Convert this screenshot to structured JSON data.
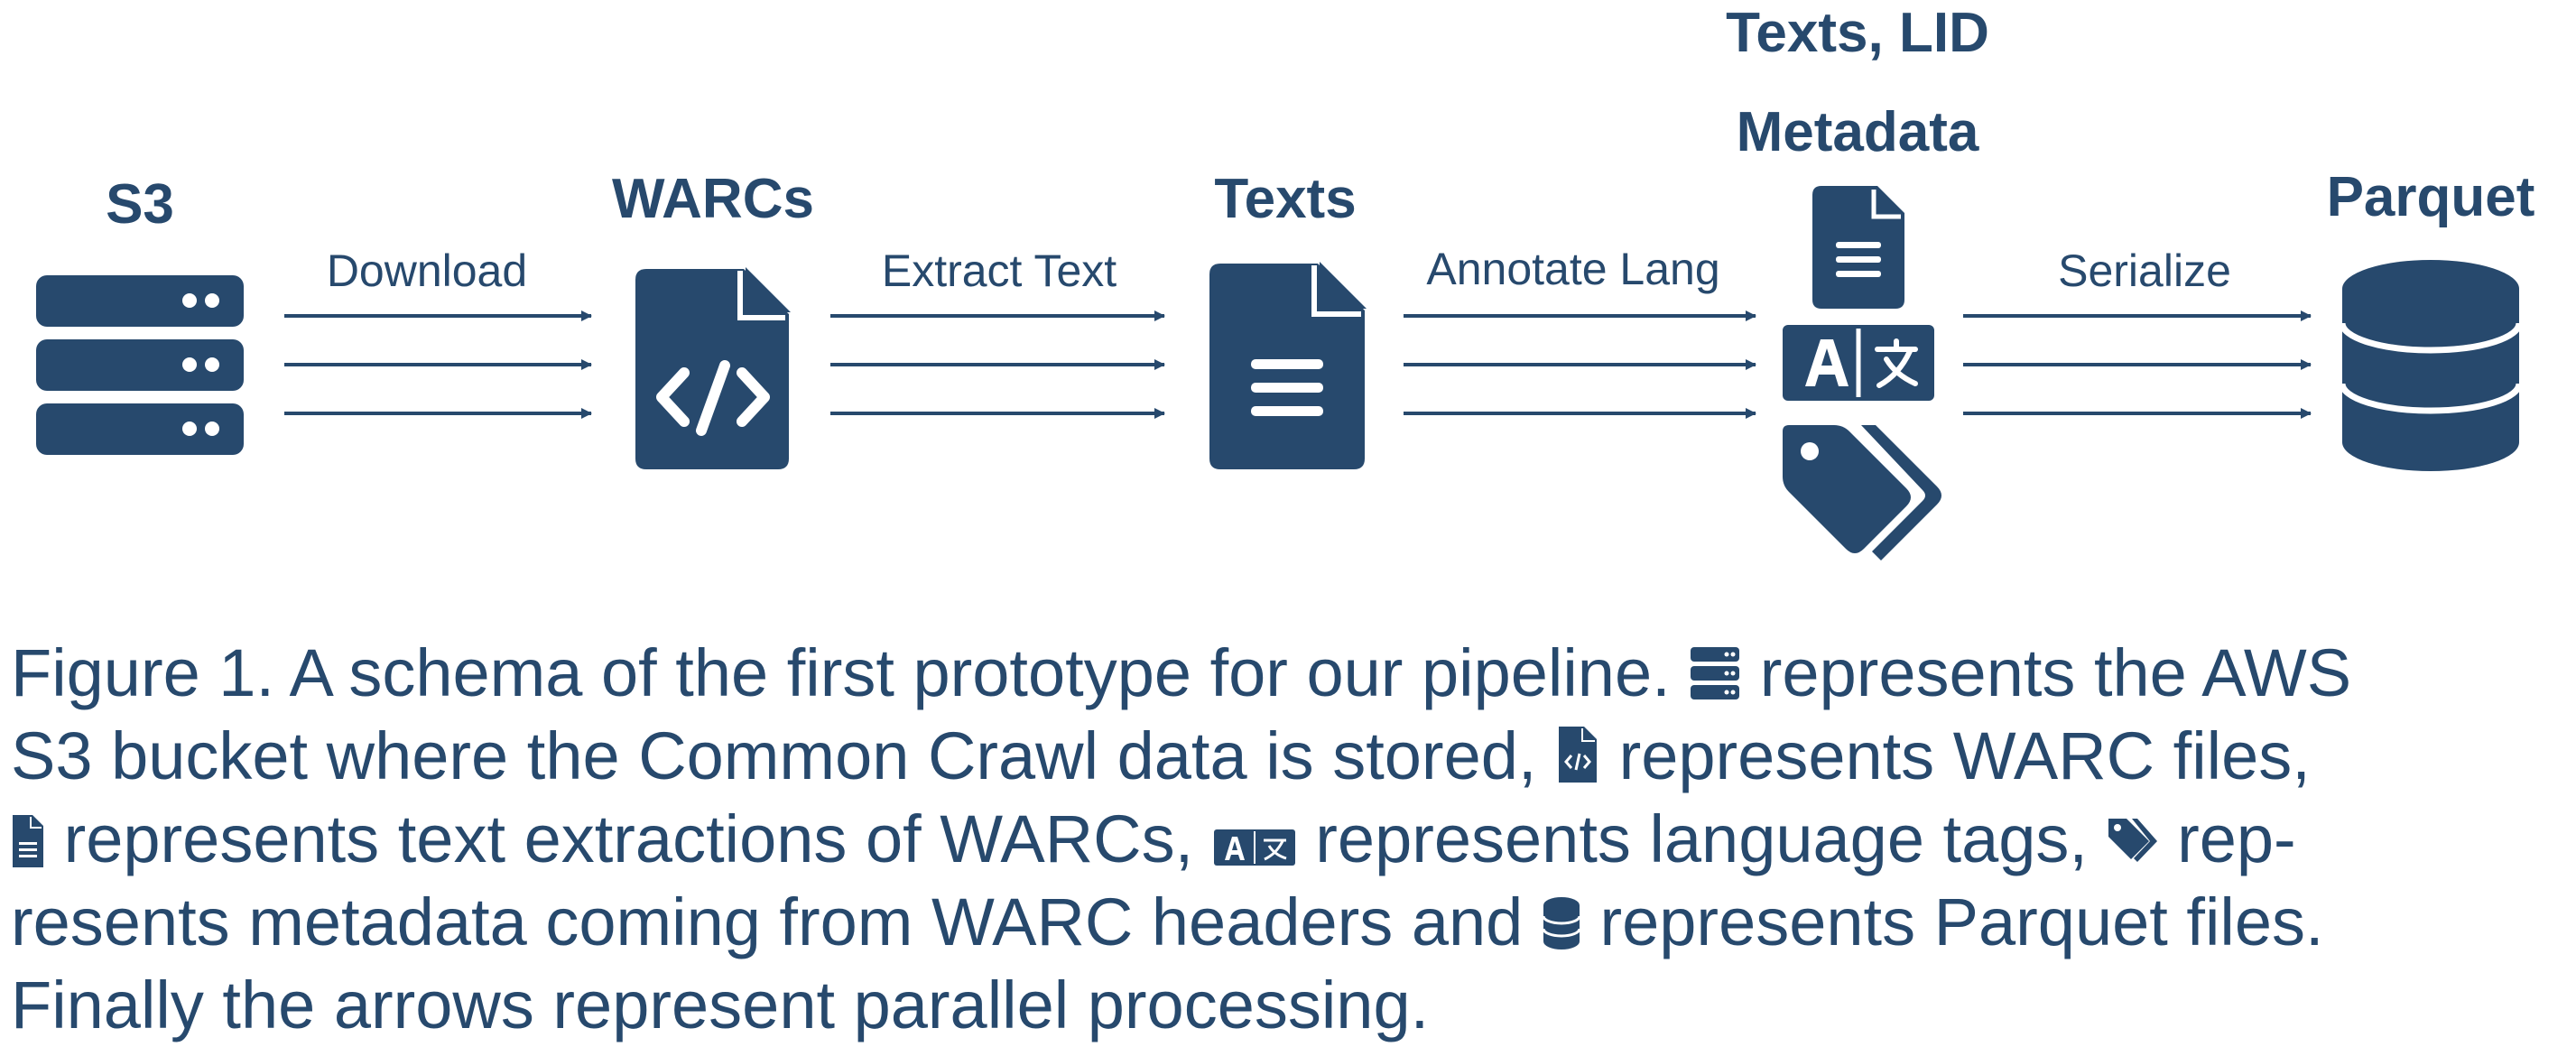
{
  "nodes": {
    "s3": "S3",
    "warcs": "WARCs",
    "texts": "Texts",
    "lid_line1": "Texts, LID",
    "lid_line2": "Metadata",
    "parquet": "Parquet"
  },
  "edges": {
    "download": "Download",
    "extract": "Extract Text",
    "annotate": "Annotate Lang",
    "serialize": "Serialize"
  },
  "caption": {
    "l1a": "Figure 1. A schema of the first prototype for our pipeline.",
    "l1b": "represents the AWS",
    "l2a": "S3 bucket where the Common Crawl data is stored,",
    "l2b": "represents WARC files,",
    "l3a": "represents text extractions of WARCs,",
    "l3b": "represents language tags,",
    "l3c": "rep-",
    "l4a": "resents metadata coming from WARC headers and",
    "l4b": "represents Parquet files.",
    "l5": "Finally the arrows represent parallel processing."
  },
  "icons": [
    "server-icon",
    "code-file-icon",
    "text-file-icon",
    "language-icon",
    "tags-icon",
    "database-icon"
  ],
  "colors": {
    "primary": "#27496d",
    "background": "#ffffff"
  }
}
